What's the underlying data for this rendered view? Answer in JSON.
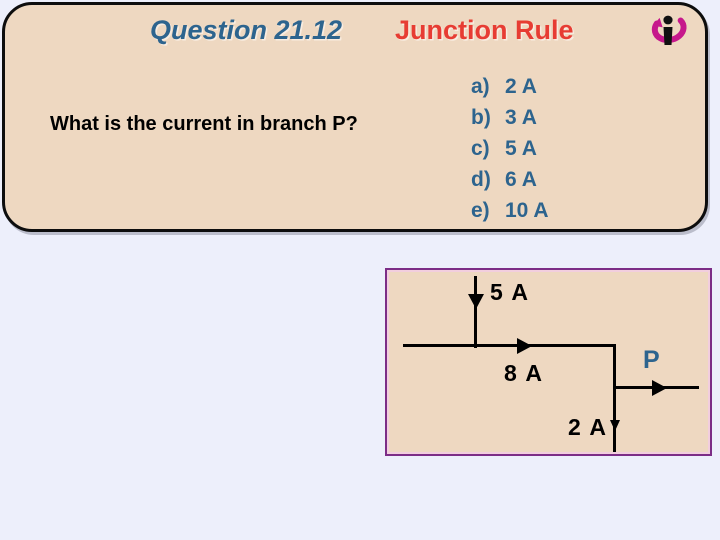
{
  "slide": {
    "question_number": "Question 21.12",
    "topic": "Junction Rule",
    "question_text": "What is the current in branch P?",
    "options": [
      {
        "letter": "a)",
        "value": "2 A"
      },
      {
        "letter": "b)",
        "value": "3 A"
      },
      {
        "letter": "c)",
        "value": "5 A"
      },
      {
        "letter": "d)",
        "value": "6 A"
      },
      {
        "letter": "e)",
        "value": "10 A"
      }
    ]
  },
  "diagram": {
    "labels": {
      "incoming_top": "5 A",
      "incoming_main": "8 A",
      "outgoing_down": "2 A",
      "branch": "P"
    }
  },
  "icons": {
    "info_icon": "interactive-info-icon"
  },
  "colors": {
    "page_background": "#edeffb",
    "panel_background": "#eed8c1",
    "panel_border": "#0d0d0d",
    "accent_blue": "#2d648e",
    "accent_red": "#e73c33",
    "diagram_border": "#7c2d86",
    "icon_magenta": "#c6188c",
    "wire_black": "#000000"
  }
}
